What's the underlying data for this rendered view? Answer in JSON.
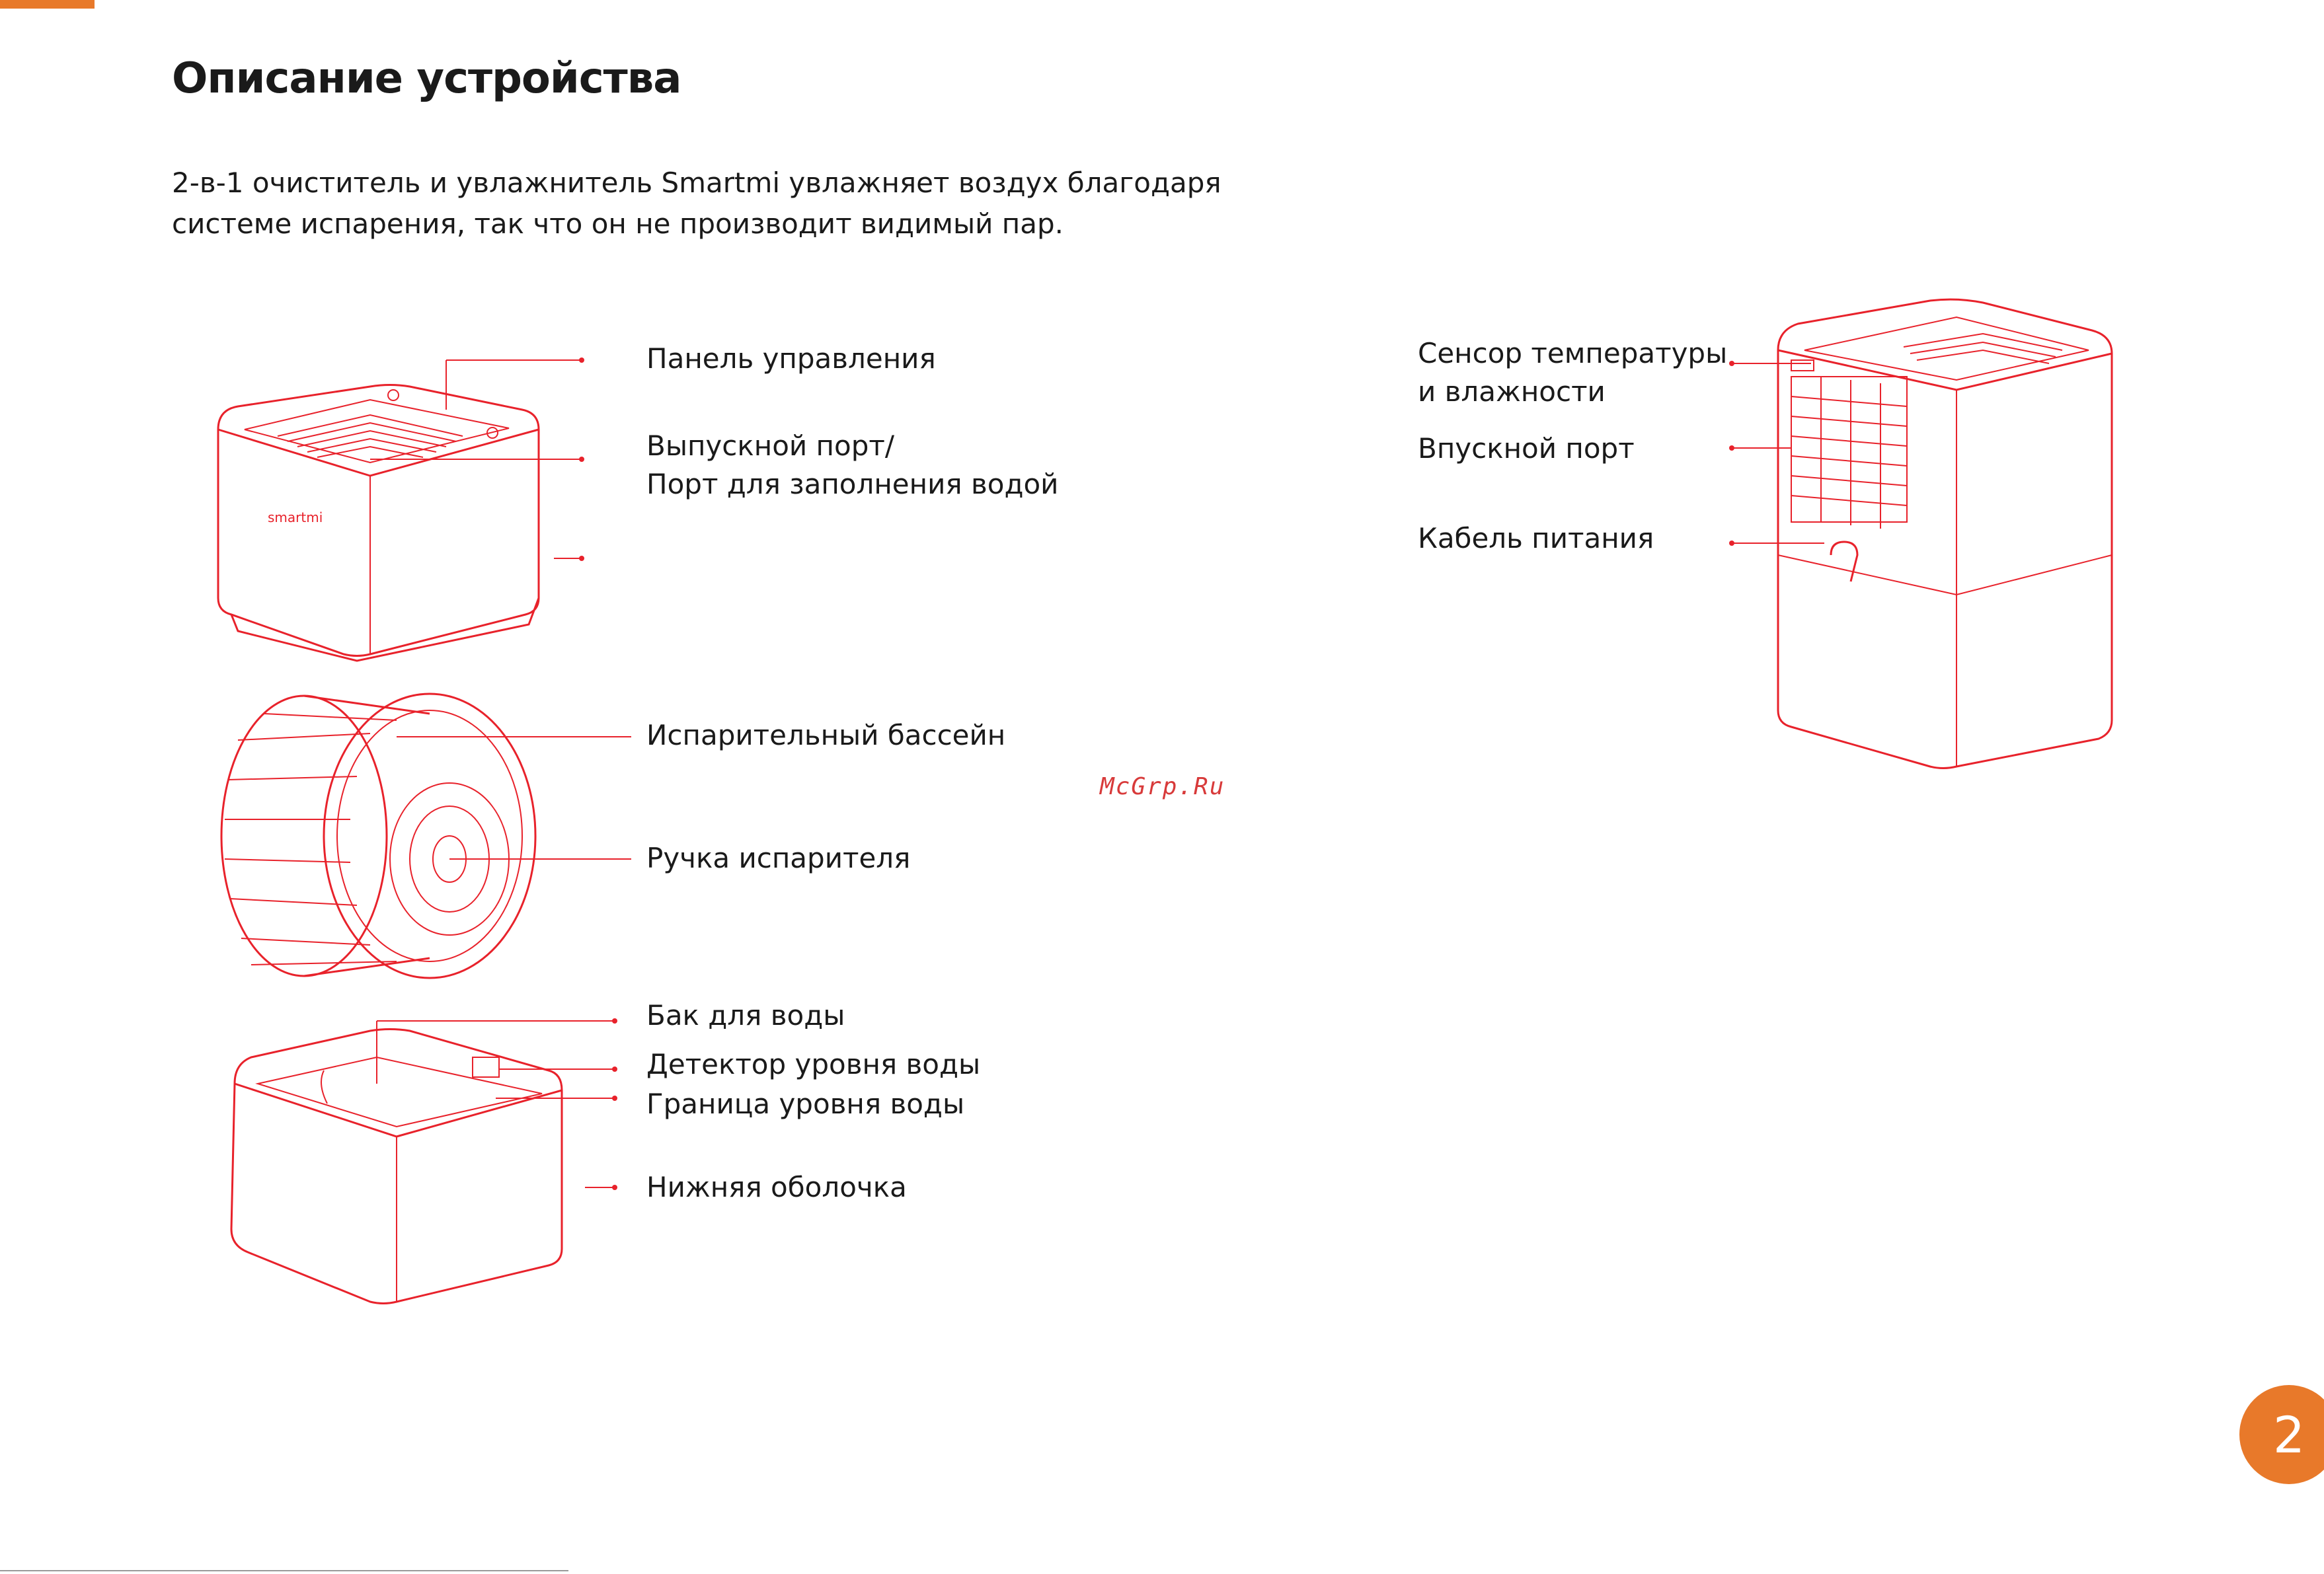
{
  "page": {
    "title": "Описание устройства",
    "intro_lines": [
      "2-в-1 очиститель и увлажнитель Smartmi увлажняет воздух благодаря",
      "системе испарения, так что он не производит видимый пар."
    ],
    "page_number": "2",
    "watermark": "McGrp.Ru"
  },
  "brand": {
    "device_logo": "smartmi",
    "accent_color": "#e8792a",
    "line_color": "#e8222b"
  },
  "labels": {
    "control_panel": "Панель управления",
    "outlet_line1": "Выпускной порт/",
    "outlet_line2": "Порт для заполнения водой",
    "evap_pool": "Испарительный бассейн",
    "evap_knob": "Ручка испарителя",
    "water_tank": "Бак для воды",
    "level_detector": "Детектор уровня воды",
    "level_limit": "Граница уровня воды",
    "bottom_shell": "Нижняя оболочка",
    "sensor_line1": "Сенсор температуры",
    "sensor_line2": "и влажности",
    "inlet": "Впускной порт",
    "power_cable": "Кабель питания"
  }
}
